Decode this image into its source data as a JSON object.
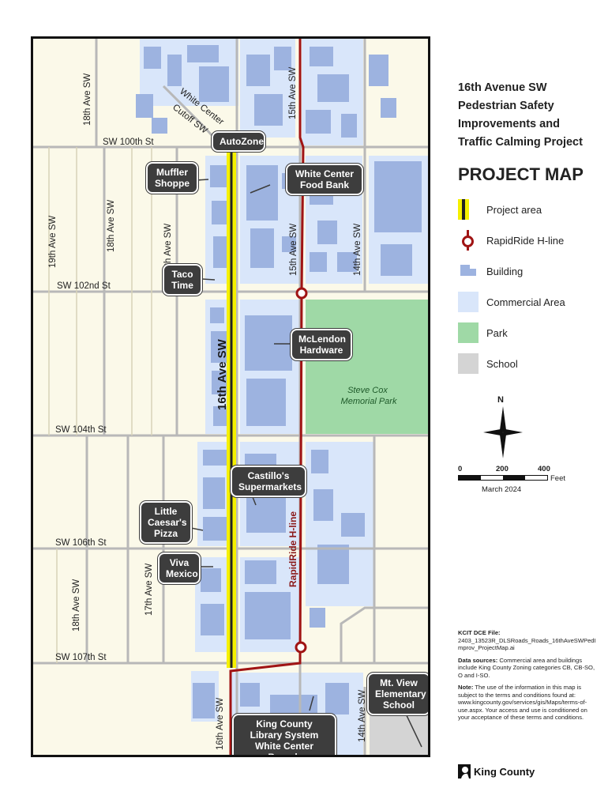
{
  "title": "16th Avenue SW\nPedestrian Safety\nImprovements and\nTraffic Calming Project",
  "subtitle": "PROJECT MAP",
  "legend": [
    {
      "label": "Project area",
      "icon": "project-area-swatch"
    },
    {
      "label": "RapidRide H-line",
      "icon": "rapidride-swatch"
    },
    {
      "label": "Building",
      "icon": "building-swatch"
    },
    {
      "label": "Commercial Area",
      "icon": "commercial-swatch"
    },
    {
      "label": "Park",
      "icon": "park-swatch"
    },
    {
      "label": "School",
      "icon": "school-swatch"
    }
  ],
  "compass_label": "N",
  "scale": {
    "ticks": [
      "0",
      "200",
      "400"
    ],
    "unit": "Feet",
    "date": "March 2024"
  },
  "streets": {
    "ave_18_top": "18th Ave SW",
    "white_center": "White Center",
    "cutoff": "Cutoff SW",
    "ave_15_top": "15th Ave SW",
    "sw100": "SW 100th St",
    "ave_19": "19th Ave SW",
    "ave_18_mid": "18th Ave SW",
    "ave_17_mid": "17th Ave SW",
    "ave_15_mid": "15th Ave SW",
    "ave_14_mid": "14th Ave SW",
    "sw102": "SW 102nd St",
    "ave_16_main": "16th Ave SW",
    "sw104": "SW 104th St",
    "sw106": "SW 106th St",
    "ave_18_low": "18th Ave SW",
    "ave_17_low": "17th Ave SW",
    "sw107": "SW 107th St",
    "ave_16_low": "16th Ave SW",
    "ave_14_low": "14th Ave SW",
    "rapidride": "RapidRide H-line"
  },
  "park_name": "Steve Cox\nMemorial Park",
  "callouts": {
    "autozone": "AutoZone",
    "muffler": "Muffler\nShoppe",
    "foodbank": "White Center\nFood Bank",
    "taco": "Taco\nTime",
    "mclendon": "McLendon\nHardware",
    "castillo": "Castillo's\nSupermarkets",
    "caesars": "Little\nCaesar's\nPizza",
    "viva": "Viva\nMexico",
    "library": "King County\nLibrary System\nWhite Center Branch",
    "school": "Mt. View\nElementary\nSchool"
  },
  "notes": {
    "file_label": "KCIT DCE File:",
    "file_name": "2403_13523R_DLSRoads_Roads_16thAveSWPedImprov_ProjectMap.ai",
    "sources_label": "Data sources:",
    "sources_text": "Commercial area and buildings include King County Zoning categories CB, CB-SO, O and I-SO.",
    "note_label": "Note:",
    "note_text": "The use of the information in this map is subject to the terms and conditions found at: www.kingcounty.gov/services/gis/Maps/terms-of-use.aspx. Your access and use is conditioned on your acceptance of these terms and conditions."
  },
  "logo_text": "King County",
  "colors": {
    "commercial": "#d9e6fa",
    "building": "#9db3e0",
    "park": "#9fd9a6",
    "school": "#d4d4d4",
    "project": "#f5f000",
    "rapidride": "#a01414",
    "road": "#b8b8b8",
    "background": "#fbf9e9"
  }
}
